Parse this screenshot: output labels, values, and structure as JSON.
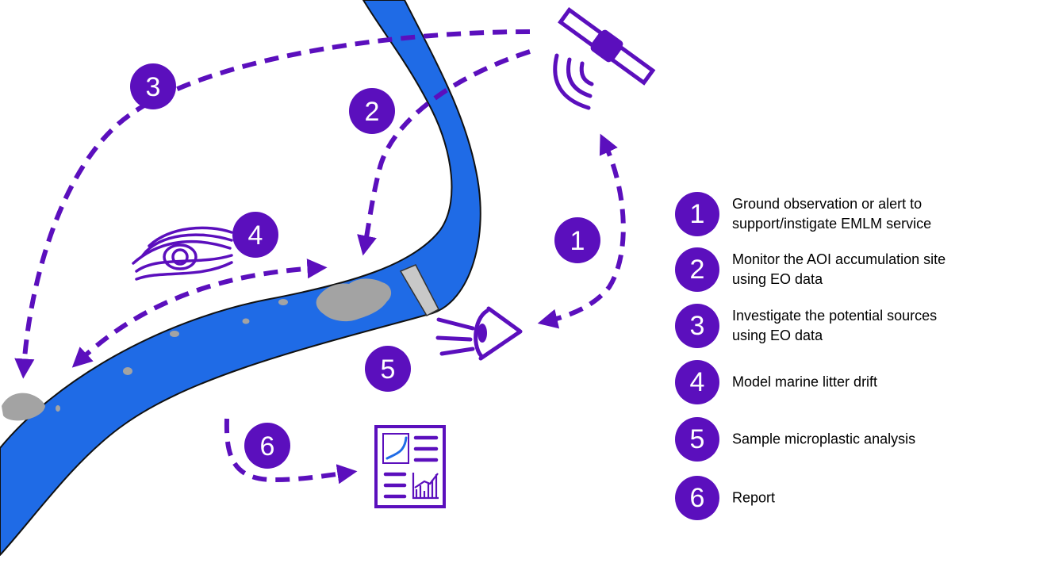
{
  "colors": {
    "river": "#1f6be6",
    "accent_purple": "#5b0fbd",
    "litter_gray": "#a3a3a3",
    "barrier_gray": "#c8c8c8"
  },
  "map_badges": [
    {
      "id": "1",
      "label": "1"
    },
    {
      "id": "2",
      "label": "2"
    },
    {
      "id": "3",
      "label": "3"
    },
    {
      "id": "4",
      "label": "4"
    },
    {
      "id": "5",
      "label": "5"
    },
    {
      "id": "6",
      "label": "6"
    }
  ],
  "icons": {
    "satellite": "satellite-icon",
    "signal": "signal-waves-icon",
    "eye": "eye-icon",
    "current": "current-flow-icon",
    "report": "report-document-icon"
  },
  "legend": [
    {
      "number": "1",
      "text": "Ground observation or alert to\nsupport/instigate EMLM service"
    },
    {
      "number": "2",
      "text": "Monitor the AOI accumulation site\nusing EO data"
    },
    {
      "number": "3",
      "text": "Investigate the potential sources\nusing EO data"
    },
    {
      "number": "4",
      "text": "Model marine litter drift"
    },
    {
      "number": "5",
      "text": "Sample microplastic analysis"
    },
    {
      "number": "6",
      "text": "Report"
    }
  ]
}
